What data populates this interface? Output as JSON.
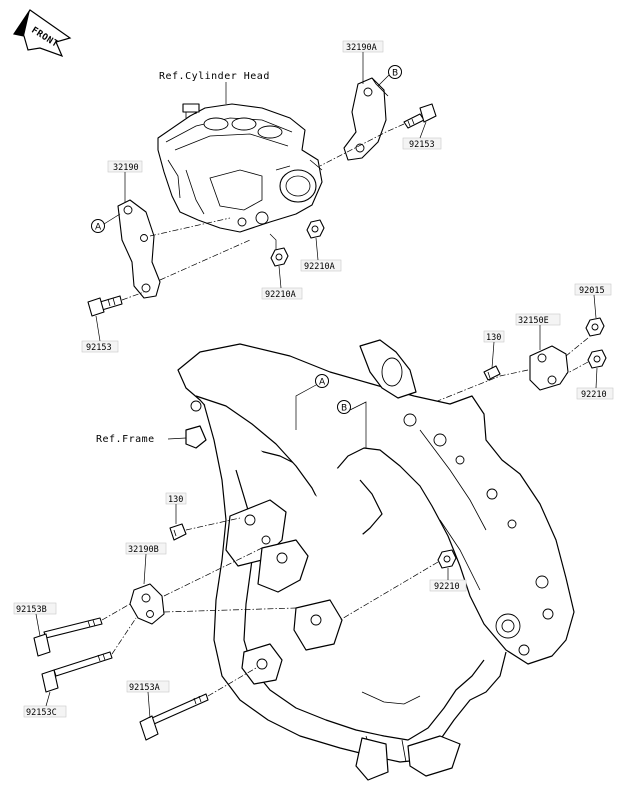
{
  "orientation_badge": "FRONT",
  "refs": {
    "cylinder_head": "Ref.Cylinder Head",
    "frame": "Ref.Frame"
  },
  "callouts": {
    "a": "A",
    "b": "B"
  },
  "parts": {
    "p32190A": "32190A",
    "p92153_top": "92153",
    "p32190": "32190",
    "p92153_left": "92153",
    "p92210A_1": "92210A",
    "p92210A_2": "92210A",
    "p92015": "92015",
    "p130_top": "130",
    "p32150E": "32150E",
    "p92210": "92210",
    "p130_mid": "130",
    "p32190B": "32190B",
    "p92210_mid": "92210",
    "p92153B": "92153B",
    "p92153C": "92153C",
    "p92153A": "92153A"
  }
}
